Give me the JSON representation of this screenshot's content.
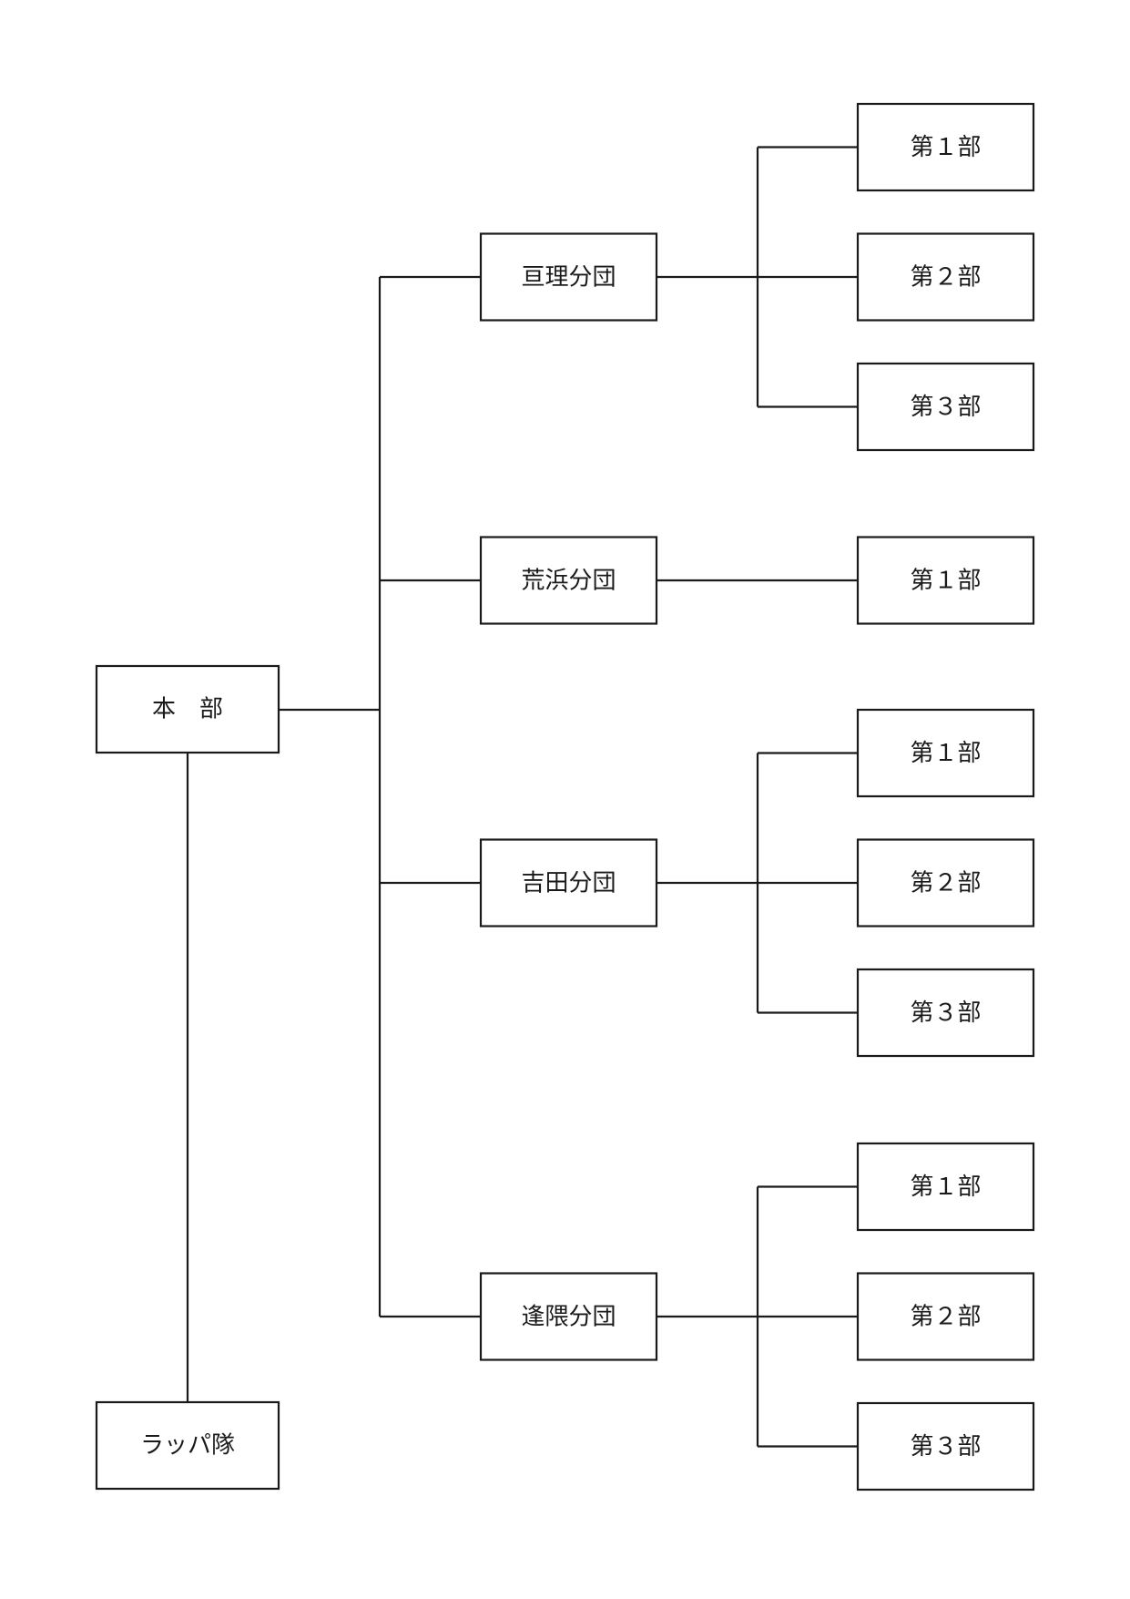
{
  "org_chart": {
    "root": {
      "id": "honbu",
      "label": "本　部"
    },
    "attached": {
      "id": "rappa",
      "label": "ラッパ隊"
    },
    "branches": [
      {
        "id": "watari",
        "label": "亘理分団",
        "units": [
          "第１部",
          "第２部",
          "第３部"
        ]
      },
      {
        "id": "arahama",
        "label": "荒浜分団",
        "units": [
          "第１部"
        ]
      },
      {
        "id": "yoshida",
        "label": "吉田分団",
        "units": [
          "第１部",
          "第２部",
          "第３部"
        ]
      },
      {
        "id": "ohkuma",
        "label": "逢隈分団",
        "units": [
          "第１部",
          "第２部",
          "第３部"
        ]
      }
    ]
  }
}
